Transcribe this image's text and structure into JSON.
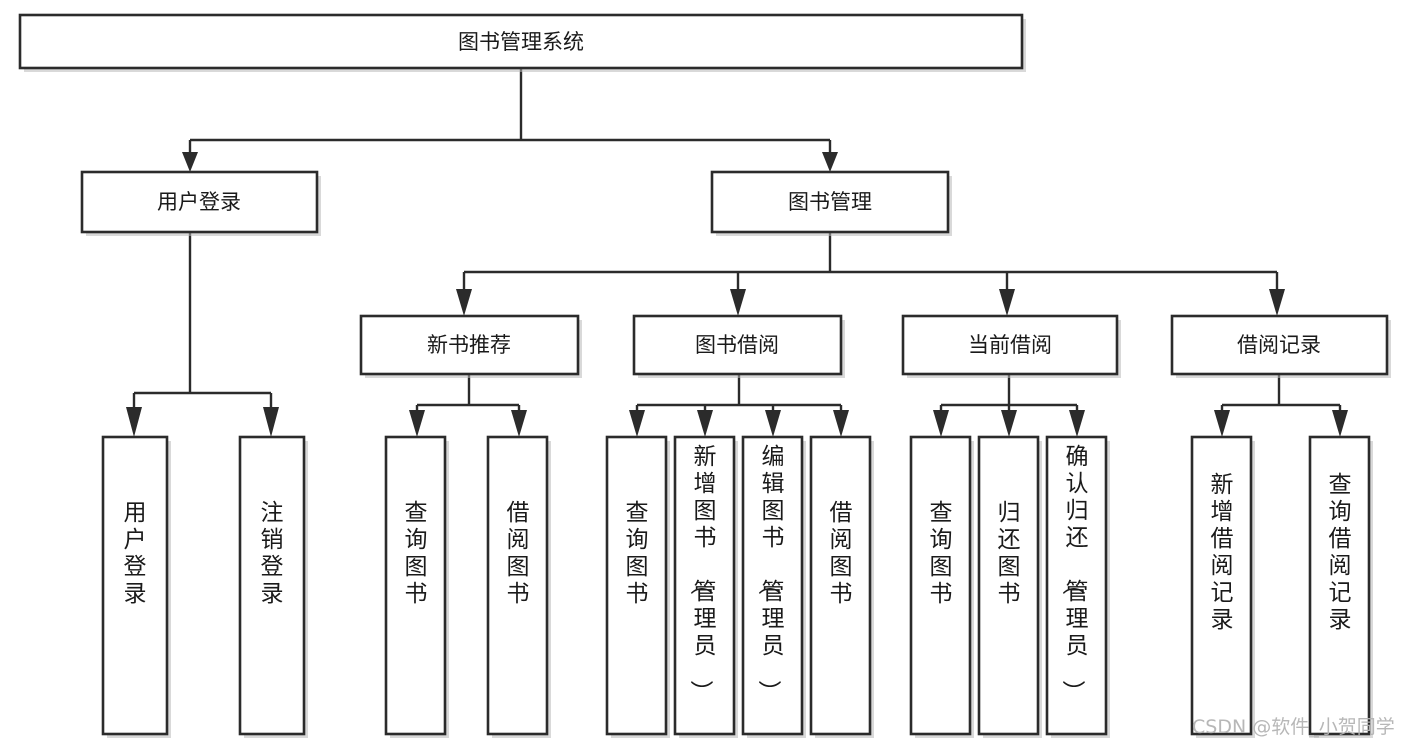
{
  "diagram": {
    "title": "图书管理系统",
    "watermark": "CSDN @软件_小贺同学",
    "colors": {
      "stroke": "#2b2b2b",
      "fill": "#ffffff",
      "text": "#1a1a1a",
      "watermark": "#b4b4b4"
    },
    "root": {
      "label": "图书管理系统"
    },
    "level1": [
      {
        "label": "用户登录"
      },
      {
        "label": "图书管理"
      }
    ],
    "level2": [
      {
        "label": "新书推荐"
      },
      {
        "label": "图书借阅"
      },
      {
        "label": "当前借阅"
      },
      {
        "label": "借阅记录"
      }
    ],
    "leaves": {
      "user_login": [
        {
          "label": "用户登录"
        },
        {
          "label": "注销登录"
        }
      ],
      "new_book": [
        {
          "label": "查询图书"
        },
        {
          "label": "借阅图书"
        }
      ],
      "book_borrow": [
        {
          "label": "查询图书"
        },
        {
          "label": "新增图书（管理员）"
        },
        {
          "label": "编辑图书（管理员）"
        },
        {
          "label": "借阅图书"
        }
      ],
      "current_borrow": [
        {
          "label": "查询图书"
        },
        {
          "label": "归还图书"
        },
        {
          "label": "确认归还（管理员）"
        }
      ],
      "borrow_record": [
        {
          "label": "新增借阅记录"
        },
        {
          "label": "查询借阅记录"
        }
      ]
    }
  }
}
